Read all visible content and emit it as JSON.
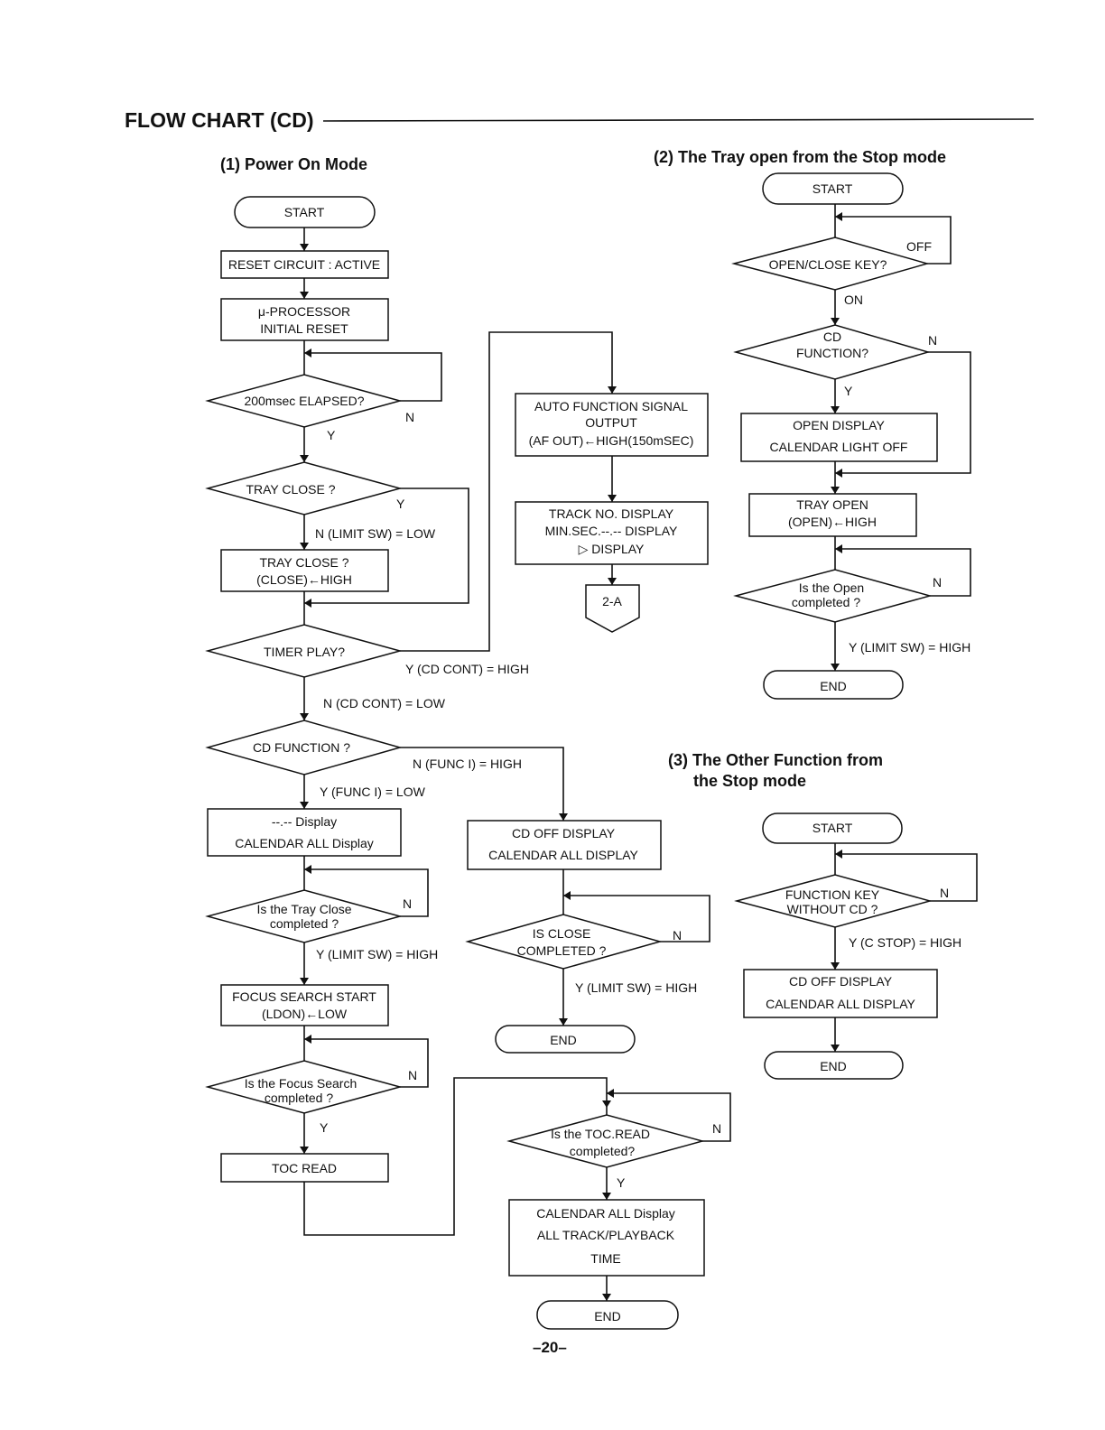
{
  "title": "FLOW CHART (CD)",
  "sections": {
    "s1": "(1) Power On Mode",
    "s2": "(2) The Tray open from the Stop mode",
    "s3": [
      "(3) The Other Function from",
      "the Stop mode"
    ]
  },
  "page_number": "–20–",
  "c1": {
    "start": "START",
    "reset": "RESET CIRCUIT : ACTIVE",
    "init": [
      "μ-PROCESSOR",
      "INITIAL RESET"
    ],
    "d200": "200msec ELAPSED?",
    "d200_n": "N",
    "d200_y": "Y",
    "tray": "TRAY CLOSE ?",
    "tray_y": "Y",
    "tray_n": "N (LIMIT SW) = LOW",
    "traybox": [
      "TRAY CLOSE ?",
      "(CLOSE)←HIGH"
    ],
    "timer": "TIMER PLAY?",
    "timer_y": "Y (CD CONT) = HIGH",
    "timer_n": "N (CD CONT) = LOW",
    "cdf": "CD FUNCTION ?",
    "cdf_n": "N (FUNC I) = HIGH",
    "cdf_y": "Y (FUNC I) = LOW",
    "disp": [
      "--.-- Display",
      "CALENDAR ALL Display"
    ],
    "trayc": [
      "Is the Tray Close",
      "completed ?"
    ],
    "trayc_n": "N",
    "trayc_y": "Y (LIMIT SW) = HIGH",
    "focus": [
      "FOCUS SEARCH START",
      "(LDON)←LOW"
    ],
    "focusd": [
      "Is the Focus Search",
      "completed ?"
    ],
    "focusd_n": "N",
    "focusd_y": "Y",
    "toc": "TOC READ"
  },
  "c2": {
    "auto": [
      "AUTO FUNCTION SIGNAL",
      "OUTPUT",
      "(AF OUT)←HIGH(150mSEC)"
    ],
    "track": [
      "TRACK NO. DISPLAY",
      "MIN.SEC.--.-- DISPLAY",
      "▷  DISPLAY"
    ],
    "conn": "2-A",
    "cdoff": [
      "CD OFF DISPLAY",
      "CALENDAR ALL DISPLAY"
    ],
    "isclose": [
      "IS CLOSE",
      "COMPLETED ?"
    ],
    "isclose_n": "N",
    "isclose_y": "Y (LIMIT SW) = HIGH",
    "end": "END",
    "tocd": [
      "Is the TOC.READ",
      "completed?"
    ],
    "tocd_n": "N",
    "tocd_y": "Y",
    "cal": [
      "CALENDAR ALL Display",
      "ALL TRACK/PLAYBACK",
      "TIME"
    ],
    "end2": "END"
  },
  "c3": {
    "start": "START",
    "openclose": "OPEN/CLOSE KEY?",
    "off": "OFF",
    "on": "ON",
    "cdf": [
      "CD",
      "FUNCTION?"
    ],
    "cdf_n": "N",
    "cdf_y": "Y",
    "opendisp": [
      "OPEN DISPLAY",
      "CALENDAR LIGHT OFF"
    ],
    "trayopen": [
      "TRAY OPEN",
      "(OPEN)←HIGH"
    ],
    "openc": [
      "Is the Open",
      "completed ?"
    ],
    "openc_n": "N",
    "openc_y": "Y (LIMIT SW) = HIGH",
    "end": "END"
  },
  "c4": {
    "start": "START",
    "fkey": [
      "FUNCTION KEY",
      "WITHOUT CD ?"
    ],
    "fkey_n": "N",
    "fkey_y": "Y (C STOP) = HIGH",
    "cdoff": [
      "CD OFF DISPLAY",
      "CALENDAR ALL DISPLAY"
    ],
    "end": "END"
  }
}
